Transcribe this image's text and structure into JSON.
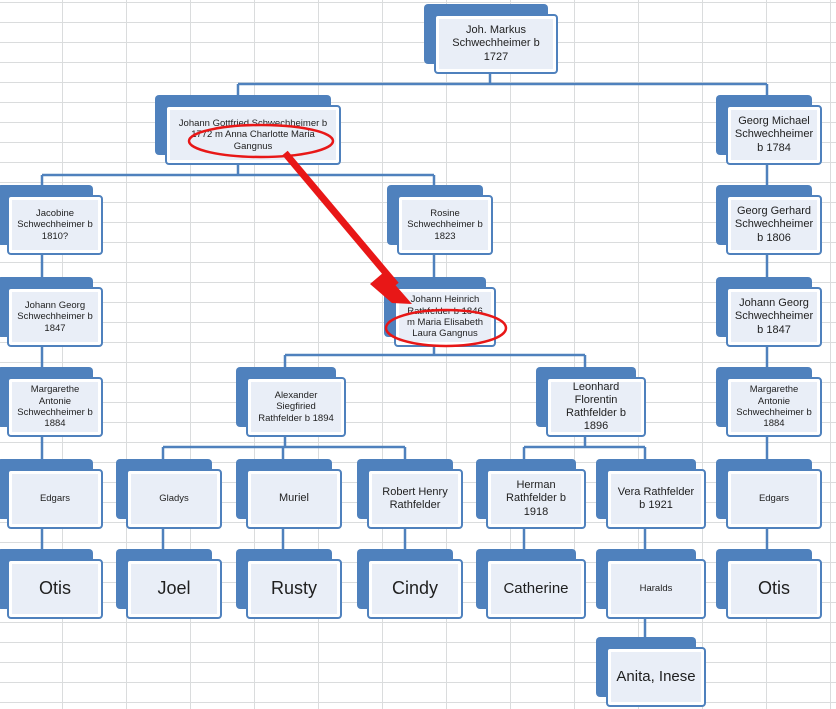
{
  "colors": {
    "box_fill": "#e9eef7",
    "box_border": "#4f81bd",
    "connector": "#4f81bd",
    "highlight": "#e81717",
    "grid": "#dadcdd"
  },
  "nodes": {
    "root": "Joh. Markus Schwechheimer b 1727",
    "johann_gottfried": "Johann Gottfried Schwechheimer b 1772 m Anna Charlotte Maria Gangnus",
    "georg_michael": "Georg Michael Schwechheimer b 1784",
    "jacobine": "Jacobine Schwechheimer b 1810?",
    "rosine": "Rosine Schwechheimer b 1823",
    "georg_gerhard": "Georg Gerhard Schwechheimer b 1806",
    "johann_georg_left": "Johann Georg Schwechheimer b 1847",
    "johann_heinrich": "Johann Heinrich Rathfelder b 1846 m Maria Elisabeth Laura Gangnus",
    "johann_georg_right": "Johann Georg Schwechheimer b 1847",
    "margarethe_left": "Margarethe Antonie Schwechheimer b 1884",
    "alexander": "Alexander Siegfiried Rathfelder b 1894",
    "leonhard": "Leonhard Florentin Rathfelder b 1896",
    "margarethe_right": "Margarethe Antonie Schwechheimer b 1884",
    "edgars_left": "Edgars",
    "gladys": "Gladys",
    "muriel": "Muriel",
    "robert": "Robert Henry Rathfelder",
    "herman": "Herman Rathfelder b 1918",
    "vera": "Vera Rathfelder b 1921",
    "edgars_right": "Edgars",
    "otis_left": "Otis",
    "joel": "Joel",
    "rusty": "Rusty",
    "cindy": "Cindy",
    "catherine": "Catherine",
    "haralds": "Haralds",
    "otis_right": "Otis",
    "anita": "Anita, Inese"
  }
}
